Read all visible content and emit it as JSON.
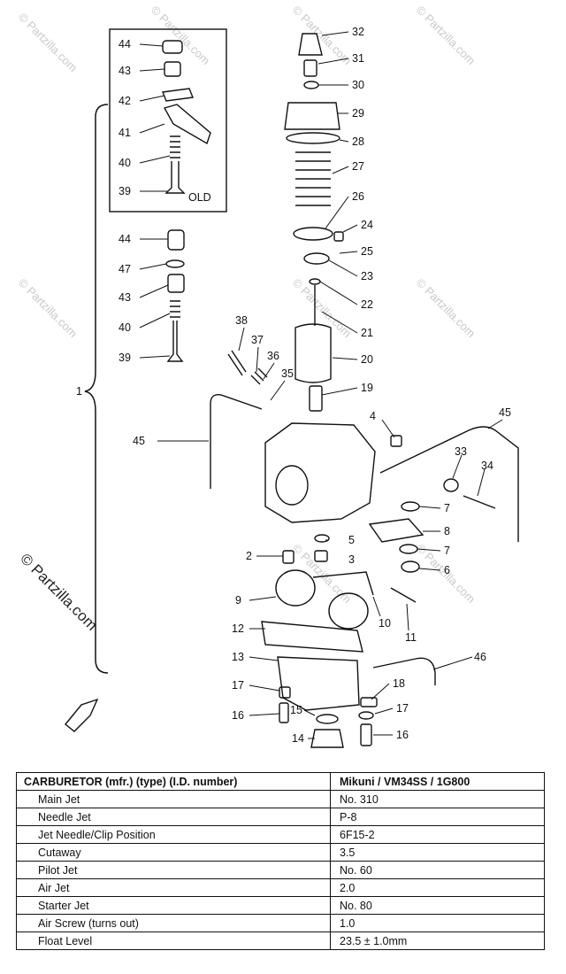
{
  "watermark": {
    "text": "© Partzilla.com"
  },
  "inset": {
    "label": "OLD"
  },
  "callouts": [
    "44",
    "43",
    "42",
    "41",
    "40",
    "39",
    "44",
    "47",
    "43",
    "40",
    "39",
    "38",
    "37",
    "36",
    "35",
    "32",
    "31",
    "30",
    "29",
    "28",
    "27",
    "26",
    "24",
    "25",
    "23",
    "22",
    "21",
    "20",
    "19",
    "4",
    "45",
    "45",
    "33",
    "34",
    "7",
    "8",
    "7",
    "6",
    "5",
    "3",
    "2",
    "9",
    "10",
    "11",
    "12",
    "13",
    "46",
    "17",
    "18",
    "16",
    "15",
    "14",
    "17",
    "16",
    "1"
  ],
  "spec_table": {
    "header": {
      "label": "CARBURETOR (mfr.) (type) (I.D. number)",
      "value": "Mikuni / VM34SS / 1G800"
    },
    "rows": [
      {
        "label": "Main Jet",
        "value": "No. 310"
      },
      {
        "label": "Needle Jet",
        "value": "P-8"
      },
      {
        "label": "Jet Needle/Clip Position",
        "value": "6F15-2"
      },
      {
        "label": "Cutaway",
        "value": "3.5"
      },
      {
        "label": "Pilot Jet",
        "value": "No. 60"
      },
      {
        "label": "Air Jet",
        "value": "2.0"
      },
      {
        "label": "Starter Jet",
        "value": "No. 80"
      },
      {
        "label": "Air Screw (turns out)",
        "value": "1.0"
      },
      {
        "label": "Float Level",
        "value": "23.5 ± 1.0mm"
      }
    ]
  }
}
